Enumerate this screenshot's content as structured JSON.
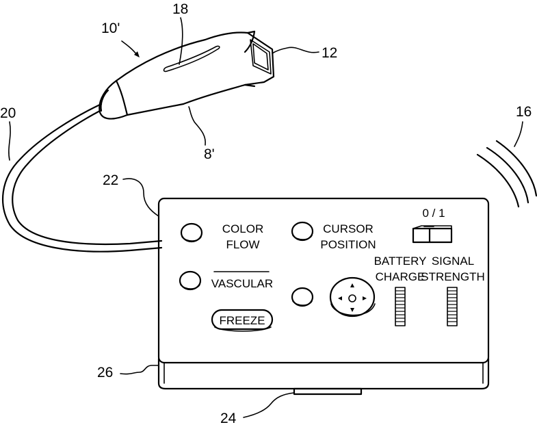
{
  "reference_numerals": {
    "device": "10'",
    "slot": "18",
    "transducer_face": "12",
    "cable": "20",
    "handle": "8'",
    "signal_waves": "16",
    "control_unit": "22",
    "base": "26",
    "connector": "24"
  },
  "controls": {
    "color_flow": [
      "COLOR",
      "FLOW"
    ],
    "cursor_position": [
      "CURSOR",
      "POSITION"
    ],
    "power_switch": "0 / 1",
    "vascular": "VASCULAR",
    "freeze": "FREEZE",
    "battery_charge": [
      "BATTERY",
      "CHARGE"
    ],
    "signal_strength": [
      "SIGNAL",
      "STRENGTH"
    ]
  }
}
